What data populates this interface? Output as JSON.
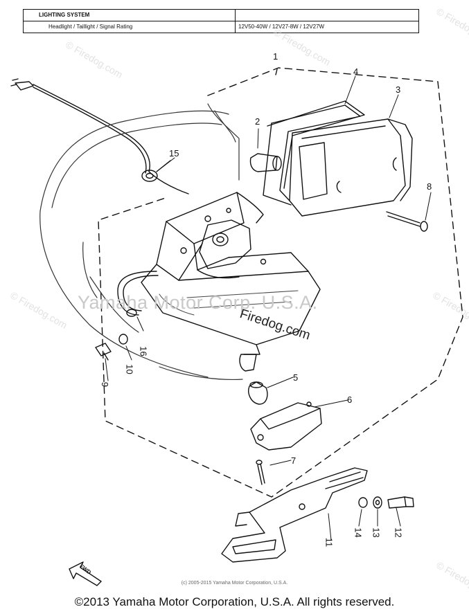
{
  "spec_table": {
    "title": "LIGHTING SYSTEM",
    "row_label": "Headlight / Taillight / Signal Rating",
    "row_value": "12V50-40W / 12V27-8W / 12V27W"
  },
  "callouts": [
    {
      "id": "1",
      "text": "1"
    },
    {
      "id": "2",
      "text": "2"
    },
    {
      "id": "3",
      "text": "3"
    },
    {
      "id": "4",
      "text": "4"
    },
    {
      "id": "5",
      "text": "5"
    },
    {
      "id": "6",
      "text": "6"
    },
    {
      "id": "7",
      "text": "7"
    },
    {
      "id": "8",
      "text": "8"
    },
    {
      "id": "9",
      "text": "9"
    },
    {
      "id": "10",
      "text": "10"
    },
    {
      "id": "11",
      "text": "11"
    },
    {
      "id": "12",
      "text": "12"
    },
    {
      "id": "13",
      "text": "13"
    },
    {
      "id": "14",
      "text": "14"
    },
    {
      "id": "15",
      "text": "15"
    },
    {
      "id": "16",
      "text": "16"
    }
  ],
  "fwd_label": "FWD",
  "watermark_main": "Yamaha Motor Corp. U.S.A.",
  "watermark_site": "Firedog.com",
  "watermark_faint": "© Firedog.com",
  "copyright_small": "(c) 2005-2015 Yamaha Motor Corporation, U.S.A.",
  "copyright_main": "©2013 Yamaha Motor Corporation, U.S.A. All rights reserved."
}
